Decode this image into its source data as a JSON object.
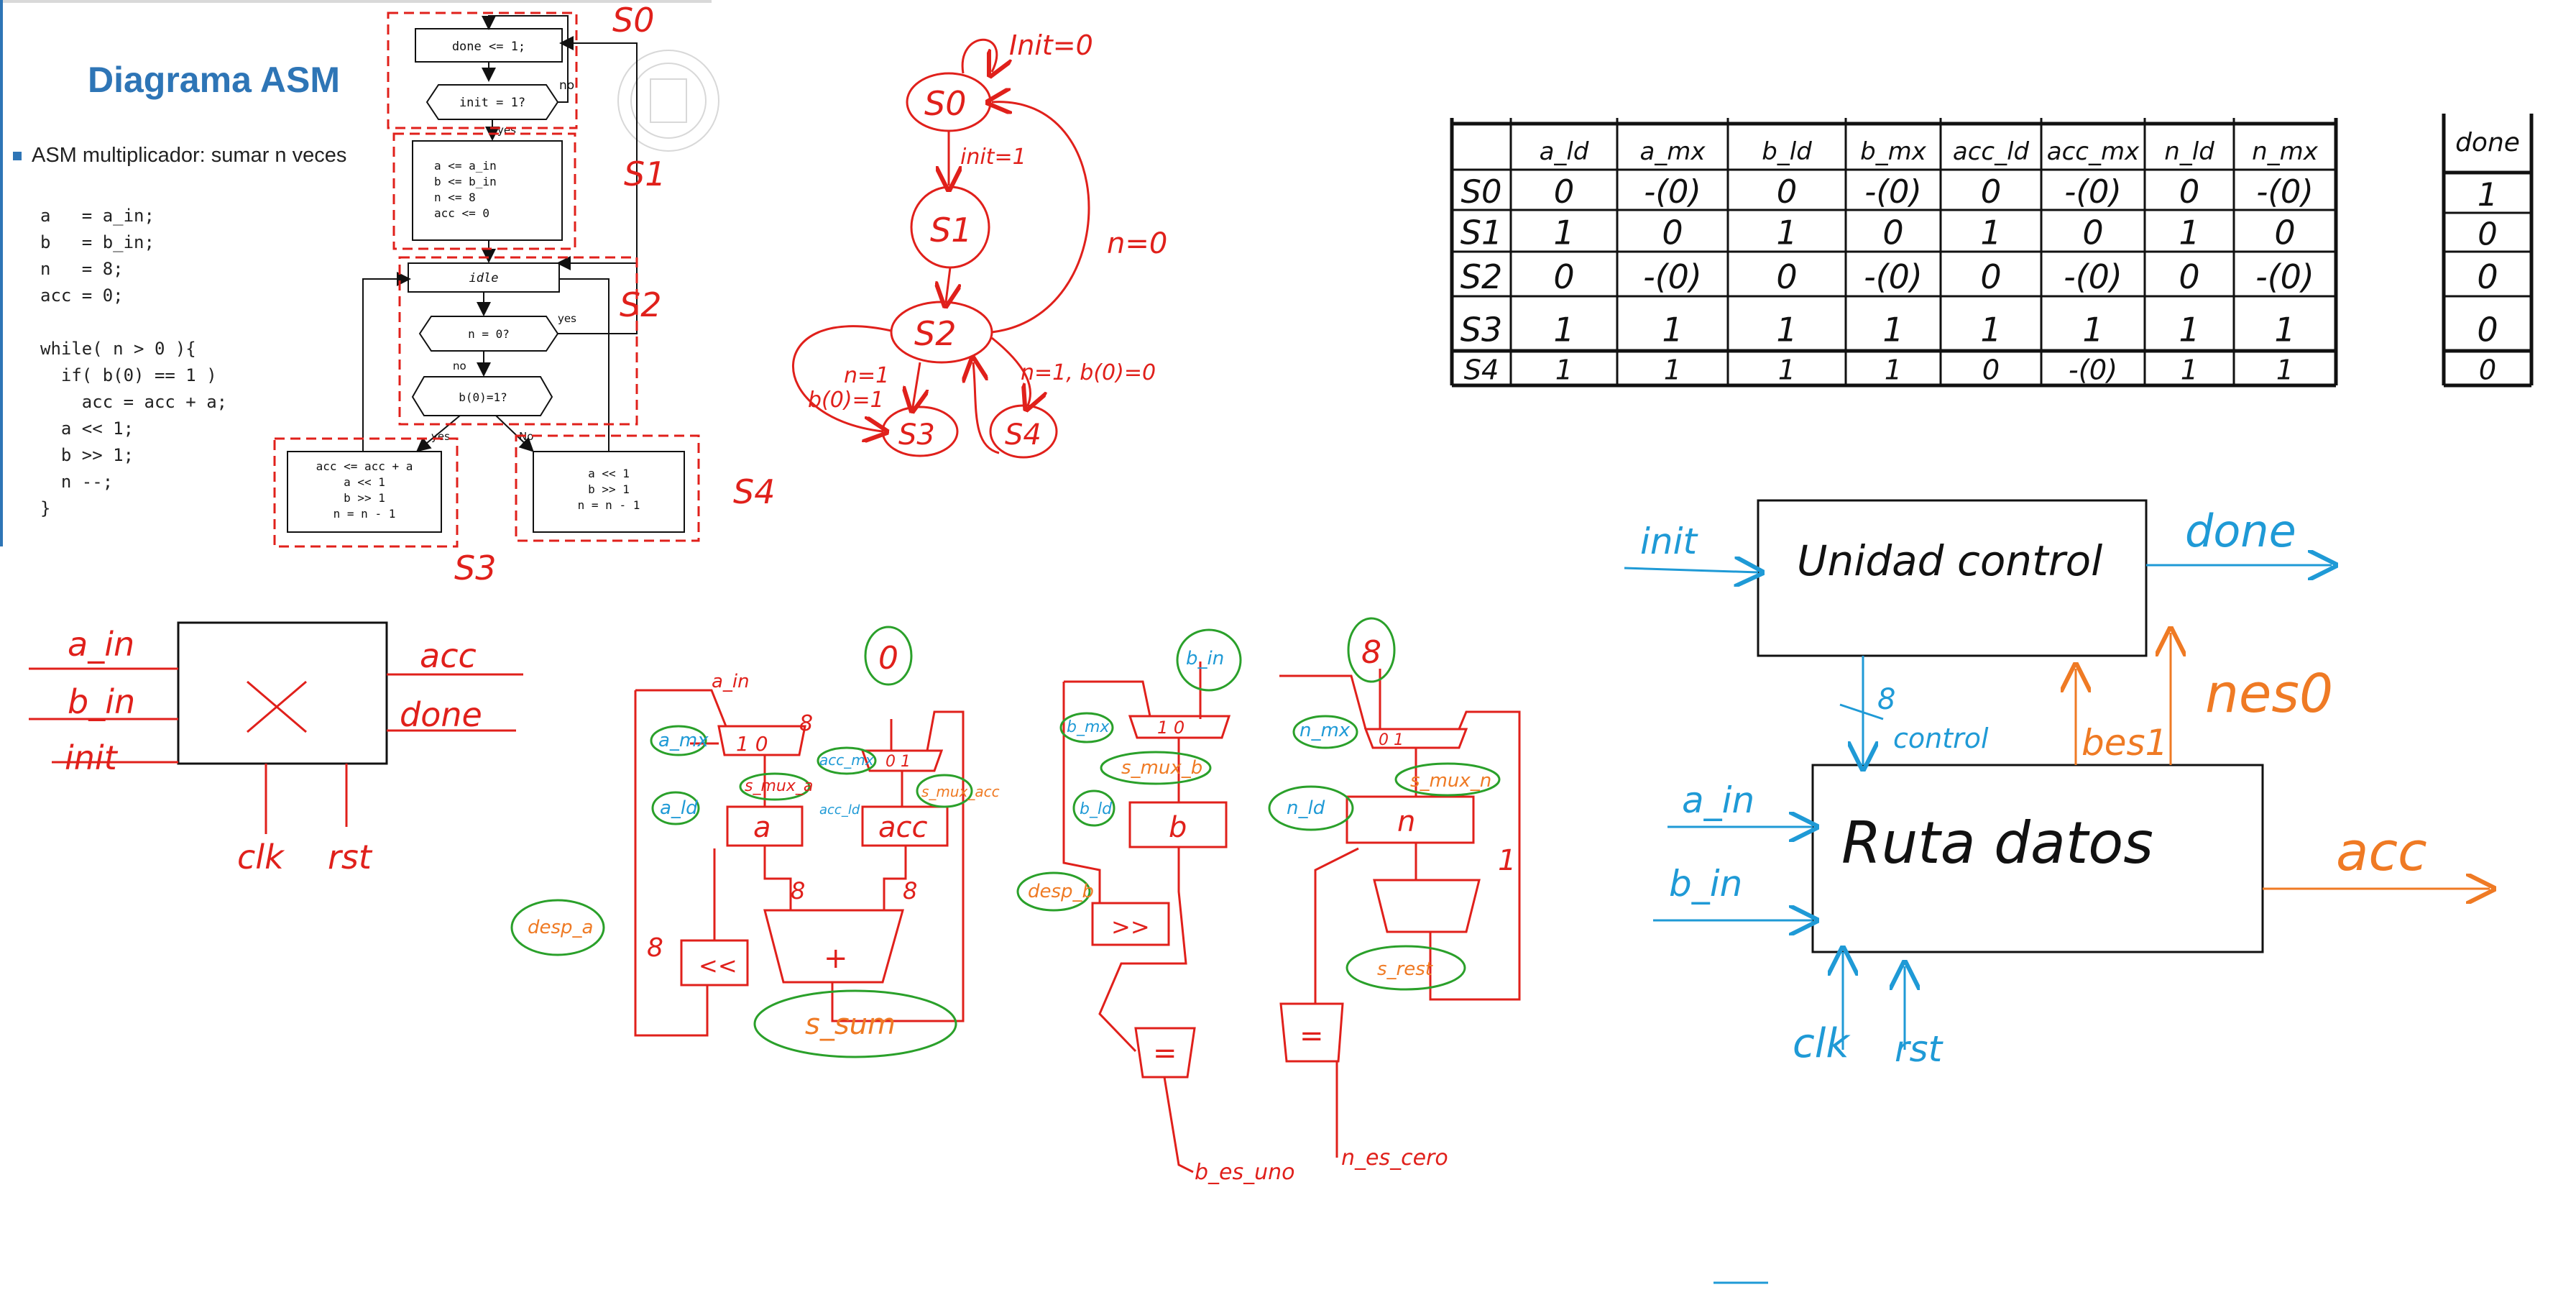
{
  "slide": {
    "title": "Diagrama ASM",
    "bullet": "ASM multiplicador: sumar n veces",
    "code": "a   = a_in;\nb   = b_in;\nn   = 8;\nacc = 0;\n\nwhile( n > 0 ){\n  if( b(0) == 1 )\n    acc = acc + a;\n  a << 1;\n  b >> 1;\n  n --;\n}"
  },
  "asm_chart": {
    "box_done": "done <= 1;",
    "decision_init": "init = 1?",
    "no1": "no",
    "yes1": "yes",
    "box_init_a": "a   <= a_in",
    "box_init_b": "b   <= b_in",
    "box_init_n": "n   <= 8",
    "box_init_acc": "acc <= 0",
    "box_idle": "idle",
    "decision_n": "n = 0?",
    "yes2": "yes",
    "no2": "no",
    "decision_b": "b(0)=1?",
    "yes3": "yes",
    "no3": "No",
    "box_s3_1": "acc <= acc + a",
    "box_s3_2": "a << 1",
    "box_s3_3": "b >> 1",
    "box_s3_4": "n = n - 1",
    "box_s4_1": "a << 1",
    "box_s4_2": "b >> 1",
    "box_s4_3": "n = n - 1",
    "label_s0": "S0",
    "label_s1": "S1",
    "label_s2": "S2",
    "label_s3": "S3",
    "label_s4": "S4"
  },
  "state_diagram": {
    "s0": "S0",
    "s1": "S1",
    "s2": "S2",
    "s3": "S3",
    "s4": "S4",
    "init0": "Init=0",
    "init1": "init=1",
    "n0": "n=0",
    "n1_b1_a": "n=1",
    "n1_b1_b": "b(0)=1",
    "n1_b0": "n=1, b(0)=0"
  },
  "control_table": {
    "headers": [
      "",
      "a_ld",
      "a_mx",
      "b_ld",
      "b_mx",
      "acc_ld",
      "acc_mx",
      "n_ld",
      "n_mx"
    ],
    "rows": [
      [
        "S0",
        "0",
        "-(0)",
        "0",
        "-(0)",
        "0",
        "-(0)",
        "0",
        "-(0)"
      ],
      [
        "S1",
        "1",
        "0",
        "1",
        "0",
        "1",
        "0",
        "1",
        "0"
      ],
      [
        "S2",
        "0",
        "-(0)",
        "0",
        "-(0)",
        "0",
        "-(0)",
        "0",
        "-(0)"
      ],
      [
        "S3",
        "1",
        "1",
        "1",
        "1",
        "1",
        "1",
        "1",
        "1"
      ],
      [
        "S4",
        "1",
        "1",
        "1",
        "1",
        "0",
        "-(0)",
        "1",
        "1"
      ]
    ]
  },
  "done_table": {
    "header": "done",
    "values": [
      "1",
      "0",
      "0",
      "0",
      "0"
    ]
  },
  "multiplier_block": {
    "a_in": "a_in",
    "b_in": "b_in",
    "init": "init",
    "acc": "acc",
    "done": "done",
    "clk": "clk",
    "rst": "rst"
  },
  "datapath": {
    "a_reg": "a",
    "acc_reg": "acc",
    "b_reg": "b",
    "n_reg": "n",
    "mux_a": "1 0",
    "mux_acc": "0 1",
    "mux_b": "1 0",
    "mux_n": "0 1",
    "adder": "+",
    "shl": "<<",
    "shr": ">>",
    "eq1": "=",
    "eq2": "=",
    "const0": "0",
    "const8": "8",
    "const1": "1",
    "w8a": "8",
    "w8b": "8",
    "w8c": "8",
    "label_a_mx": "a_mx",
    "label_a_ld": "a_ld",
    "label_acc_mx": "acc_mx",
    "label_acc_ld": "acc_ld",
    "label_b_mx": "b_mx",
    "label_b_ld": "b_ld",
    "label_n_mx": "n_mx",
    "label_n_ld": "n_ld",
    "label_a_in": "a_in",
    "label_b_in": "b_in",
    "label_s_mux_a": "s_mux_a",
    "label_s_mux_acc": "s_mux_acc",
    "label_s_mux_b": "s_mux_b",
    "label_s_mux_n": "s_mux_n",
    "label_desp_a": "desp_a",
    "label_desp_b": "desp_b",
    "label_s_sum": "s_sum",
    "label_s_rest": "s_rest",
    "label_b_es_uno": "b_es_uno",
    "label_n_es_cero": "n_es_cero"
  },
  "system_block": {
    "control_unit": "Unidad control",
    "datapath": "Ruta datos",
    "init": "init",
    "done": "done",
    "control": "control",
    "control_width": "8",
    "status_bes": "bes1",
    "status_nes": "nes0",
    "a_in": "a_in",
    "b_in": "b_in",
    "acc": "acc",
    "clk": "clk",
    "rst": "rst"
  },
  "colors": {
    "red": "#e0201b",
    "blue": "#1f9ad6",
    "orange": "#ef7a24",
    "green": "#2aa02a",
    "ink": "#111111",
    "title": "#2e75b6"
  }
}
